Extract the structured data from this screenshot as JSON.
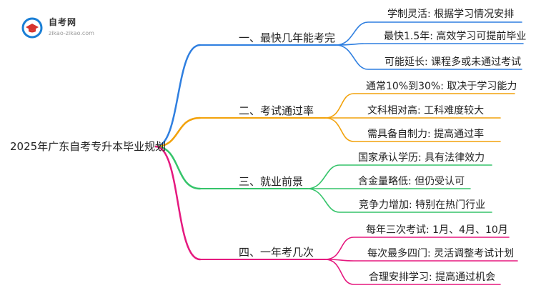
{
  "logo": {
    "title": "自考网",
    "subtitle": "zikao-zikao.com",
    "accent_color": "#1a7fd6",
    "secondary_color": "#d6342f"
  },
  "root": {
    "label": "2025年广东自考专升本毕业规划"
  },
  "branches": [
    {
      "label": "一、最快几年能考完",
      "color": "#2f7fe0",
      "leaves": [
        "学制灵活: 根据学习情况安排",
        "最快1.5年: 高效学习可提前毕业",
        "可能延长: 课程多或未通过考试"
      ]
    },
    {
      "label": "二、考试通过率",
      "color": "#f2a20b",
      "leaves": [
        "通常10%到30%: 取决于学习能力",
        "文科相对高: 工科难度较大",
        "需具备自制力: 提高通过率"
      ]
    },
    {
      "label": "三、就业前景",
      "color": "#35c46a",
      "leaves": [
        "国家承认学历: 具有法律效力",
        "含金量略低: 但仍受认可",
        "竞争力增加: 特别在热门行业"
      ]
    },
    {
      "label": "四、一年考几次",
      "color": "#e5197f",
      "leaves": [
        "每年三次考试: 1月、4月、10月",
        "每次最多四门: 灵活调整考试计划",
        "合理安排学习: 提高通过机会"
      ]
    }
  ]
}
